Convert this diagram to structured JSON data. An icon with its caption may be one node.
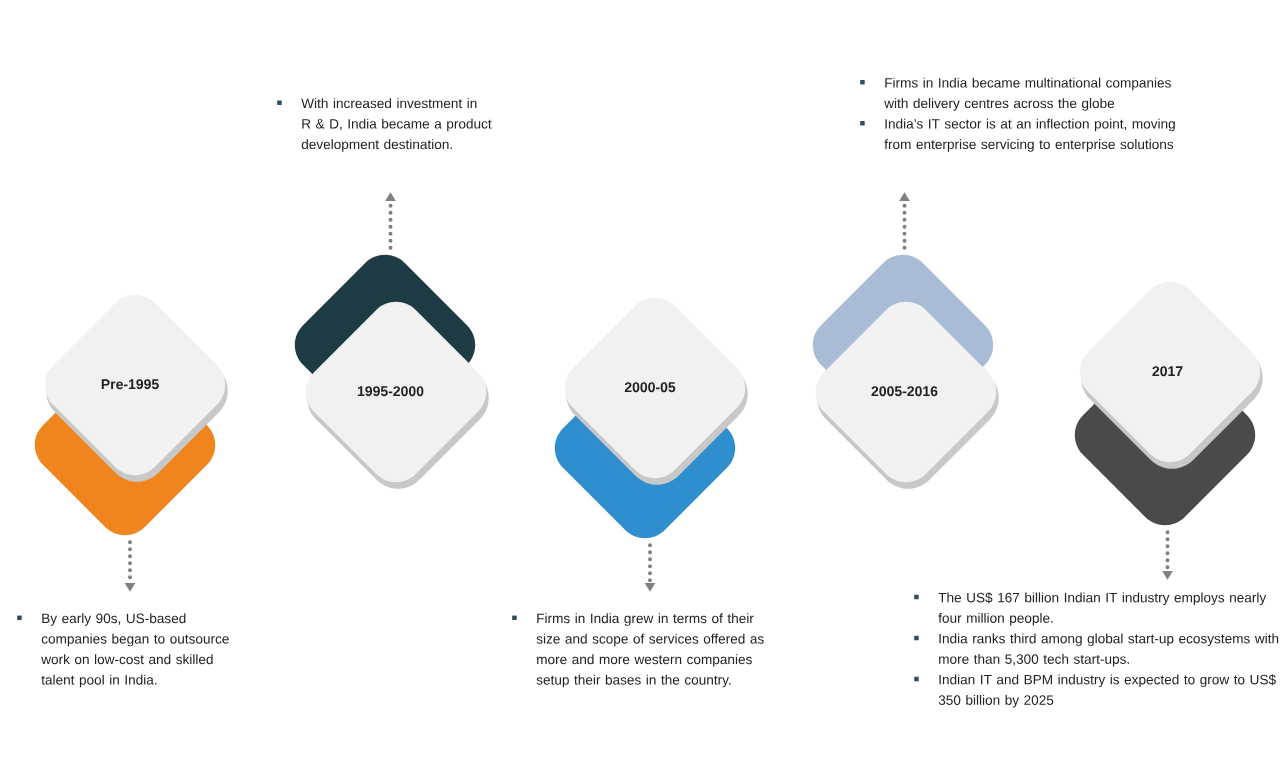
{
  "diagram": {
    "nodes": [
      {
        "text": [
          "Pre-1995"
        ]
      },
      {
        "text": [
          "1995-2000"
        ]
      },
      {
        "text": [
          "2000-05"
        ]
      },
      {
        "text": [
          "2005-2016"
        ]
      },
      {
        "text": [
          "2017"
        ]
      },
      {
        "text": [
          "By early 90s, US-based companies began to outsource work on low-cost and skilled talent pool in India."
        ]
      },
      {
        "text": [
          "With increased investment in R & D, India became a product development destination."
        ]
      },
      {
        "text": [
          "Firms in India grew in terms of their size and scope of services offered as more and more western companies setup their bases in the country."
        ]
      },
      {
        "text": [
          "Firms in India became multinational companies with delivery centres across the globe",
          "India’s IT sector is at an inflection point, moving from enterprise servicing to enterprise solutions"
        ]
      },
      {
        "text": [
          "The US$ 167 billion Indian IT industry employs nearly four million people.",
          "India ranks third among global start-up ecosystems with more than 5,300 tech start-ups.",
          "Indian IT and BPM industry is expected to grow to US$ 350 billion by 2025"
        ]
      }
    ],
    "edges": [
      {
        "from": 0,
        "to": 5,
        "arrow": "to"
      },
      {
        "from": 1,
        "to": 6,
        "arrow": "to"
      },
      {
        "from": 2,
        "to": 7,
        "arrow": "to"
      },
      {
        "from": 3,
        "to": 8,
        "arrow": "to"
      },
      {
        "from": 4,
        "to": 9,
        "arrow": "to"
      }
    ]
  }
}
